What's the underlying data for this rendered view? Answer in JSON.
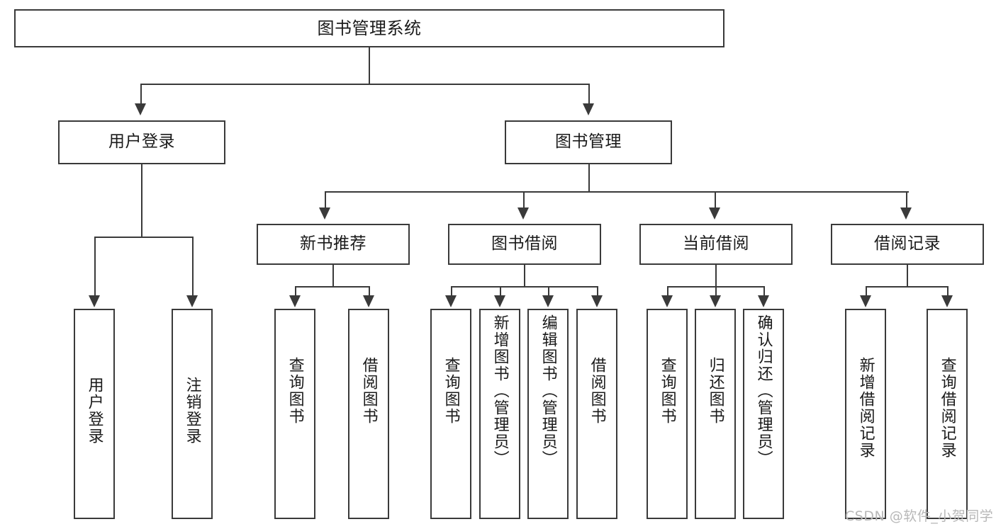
{
  "diagram": {
    "title": "图书管理系统",
    "type": "hierarchy-tree",
    "root": {
      "label": "图书管理系统"
    },
    "level2": [
      {
        "label": "用户登录"
      },
      {
        "label": "图书管理"
      }
    ],
    "level3": [
      {
        "label": "新书推荐"
      },
      {
        "label": "图书借阅"
      },
      {
        "label": "当前借阅"
      },
      {
        "label": "借阅记录"
      }
    ],
    "leaves": {
      "user_login": [
        {
          "label": "用户登录"
        },
        {
          "label": "注销登录"
        }
      ],
      "new_book_recommend": [
        {
          "label": "查询图书"
        },
        {
          "label": "借阅图书"
        }
      ],
      "book_borrow": [
        {
          "label": "查询图书"
        },
        {
          "label": "新增图书（管理员）"
        },
        {
          "label": "编辑图书（管理员）"
        },
        {
          "label": "借阅图书"
        }
      ],
      "current_borrow": [
        {
          "label": "查询图书"
        },
        {
          "label": "归还图书"
        },
        {
          "label": "确认归还（管理员）"
        }
      ],
      "borrow_record": [
        {
          "label": "新增借阅记录"
        },
        {
          "label": "查询借阅记录"
        }
      ]
    }
  },
  "watermark": {
    "text": "CSDN @软件_小贺同学"
  },
  "colors": {
    "stroke": "#3a3a3a",
    "text": "#1a1a1a",
    "background": "#ffffff",
    "watermark": "#b8b8b8"
  }
}
